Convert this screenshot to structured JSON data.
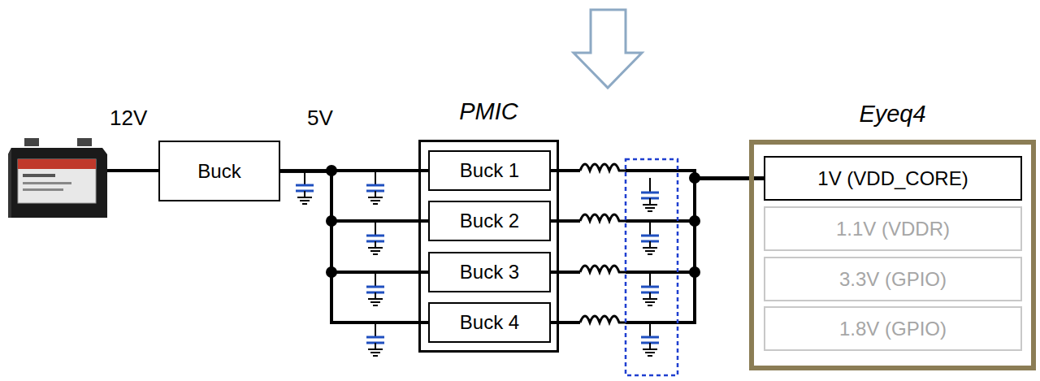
{
  "diagram": {
    "nodes": [
      {
        "text": [
          "Buck"
        ]
      },
      {
        "text": [
          "PMIC"
        ]
      },
      {
        "text": [
          "Buck 1"
        ],
        "in": 1
      },
      {
        "text": [
          "Buck 2"
        ],
        "in": 1
      },
      {
        "text": [
          "Buck 3"
        ],
        "in": 1
      },
      {
        "text": [
          "Buck 4"
        ],
        "in": 1
      },
      {
        "text": [
          "Eyeq4"
        ]
      },
      {
        "text": [
          "1V (VDD_CORE)"
        ],
        "in": 6
      },
      {
        "text": [
          "1.1V (VDDR)"
        ],
        "in": 6
      },
      {
        "text": [
          "3.3V (GPIO)"
        ],
        "in": 6
      },
      {
        "text": [
          "1.8V (GPIO)"
        ],
        "in": 6
      }
    ],
    "edges": [
      {
        "from": 0,
        "to": 2,
        "arrow": "none"
      },
      {
        "from": 0,
        "to": 3,
        "arrow": "none"
      },
      {
        "from": 0,
        "to": 4,
        "arrow": "none"
      },
      {
        "from": 0,
        "to": 5,
        "arrow": "none"
      },
      {
        "from": 2,
        "to": 7,
        "arrow": "none"
      },
      {
        "from": 3,
        "to": 7,
        "arrow": "none"
      },
      {
        "from": 4,
        "to": 7,
        "arrow": "none"
      },
      {
        "from": 5,
        "to": 7,
        "arrow": "none"
      }
    ],
    "labels": [
      "12V",
      "5V"
    ]
  }
}
